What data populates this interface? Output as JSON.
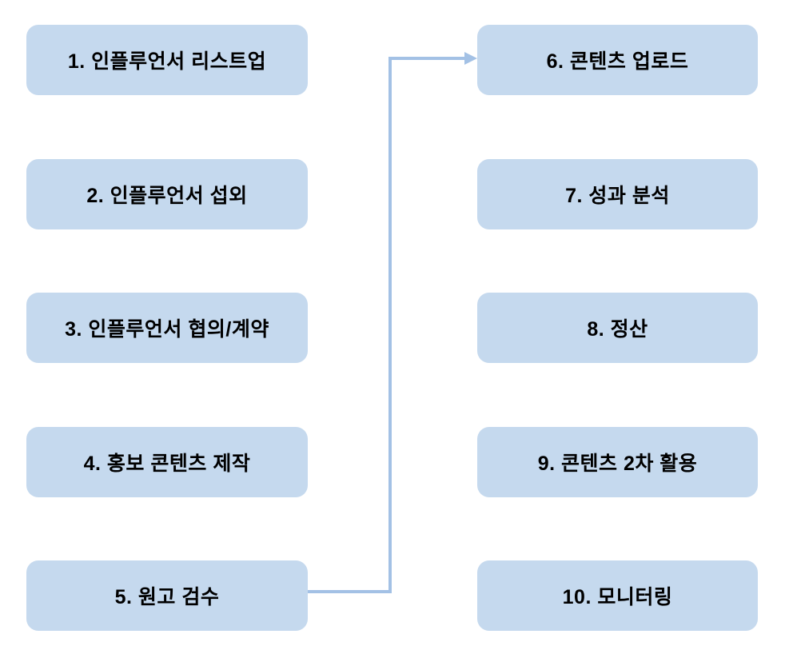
{
  "flow": {
    "left_column": [
      {
        "label": "1. 인플루언서 리스트업"
      },
      {
        "label": "2. 인플루언서 섭외"
      },
      {
        "label": "3. 인플루언서 협의/계약"
      },
      {
        "label": "4. 홍보 콘텐츠 제작"
      },
      {
        "label": "5. 원고 검수"
      }
    ],
    "right_column": [
      {
        "label": "6. 콘텐츠 업로드"
      },
      {
        "label": "7. 성과 분석"
      },
      {
        "label": "8. 정산"
      },
      {
        "label": "9. 콘텐츠 2차 활용"
      },
      {
        "label": "10. 모니터링"
      }
    ],
    "connector": {
      "from": "5. 원고 검수",
      "to": "6. 콘텐츠 업로드"
    }
  },
  "colors": {
    "box_fill": "#c5d9ee",
    "arrow": "#a3c1e5",
    "text": "#000000",
    "background": "#ffffff"
  }
}
